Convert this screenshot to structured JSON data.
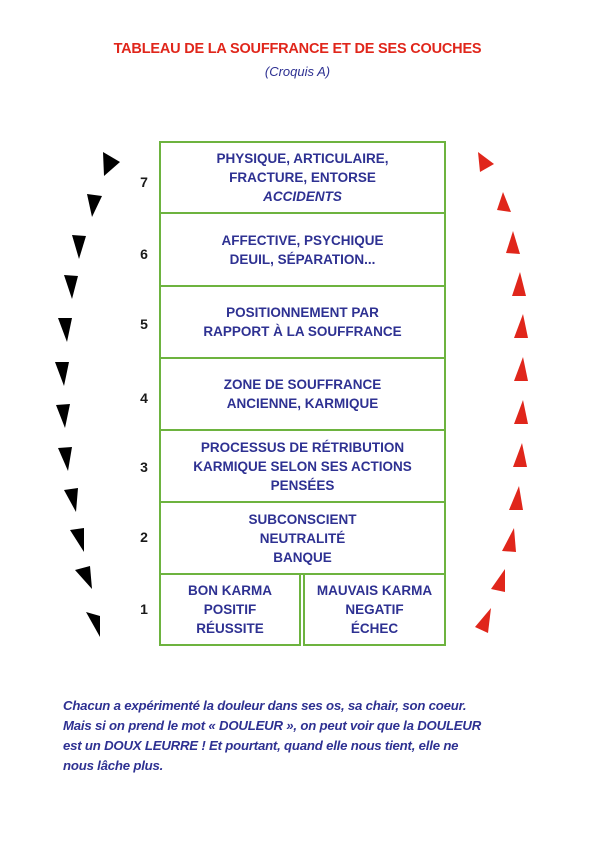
{
  "title": "TABLEAU DE LA SOUFFRANCE ET DE SES COUCHES",
  "subtitle": "(Croquis A)",
  "colors": {
    "title": "#e0261b",
    "text": "#2e3192",
    "border": "#6db33f",
    "left_arrows": "#000000",
    "right_arrows": "#e0261b"
  },
  "layers": {
    "l7": {
      "number": "7",
      "line1": "PHYSIQUE, ARTICULAIRE,",
      "line2": "FRACTURE, ENTORSE",
      "line3": "ACCIDENTS"
    },
    "l6": {
      "number": "6",
      "line1": "AFFECTIVE, PSYCHIQUE",
      "line2": "DEUIL, SÉPARATION..."
    },
    "l5": {
      "number": "5",
      "line1": "POSITIONNEMENT PAR",
      "line2": "RAPPORT À LA SOUFFRANCE"
    },
    "l4": {
      "number": "4",
      "line1": "ZONE DE SOUFFRANCE",
      "line2": "ANCIENNE, KARMIQUE"
    },
    "l3": {
      "number": "3",
      "line1": "PROCESSUS DE RÉTRIBUTION",
      "line2": "KARMIQUE SELON SES ACTIONS",
      "line3": "PENSÉES"
    },
    "l2": {
      "number": "2",
      "line1": "SUBCONSCIENT",
      "line2": "NEUTRALITÉ",
      "line3": "BANQUE"
    },
    "l1": {
      "number": "1",
      "left": {
        "line1": "BON KARMA",
        "line2": "POSITIF",
        "line3": "RÉUSSITE"
      },
      "right": {
        "line1": "MAUVAIS KARMA",
        "line2": "NEGATIF",
        "line3": "ÉCHEC"
      }
    }
  },
  "caption": {
    "line1": "Chacun a expérimenté la douleur dans ses os,  sa chair, son coeur.",
    "line2": "Mais si on prend le mot « DOULEUR », on peut voir que la DOULEUR",
    "line3": "est un DOUX LEURRE ! Et pourtant, quand elle nous tient, elle ne",
    "line4": "nous lâche plus."
  }
}
